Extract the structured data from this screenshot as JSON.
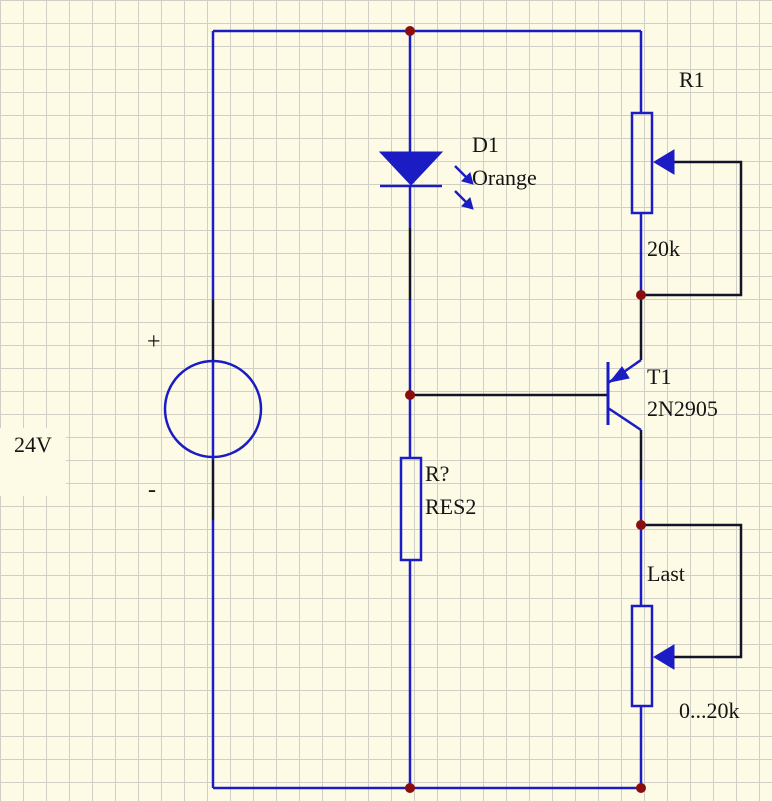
{
  "labels": {
    "d1_name": "D1",
    "d1_value": "Orange",
    "r1_name": "R1",
    "r1_value": "20k",
    "t1_name": "T1",
    "t1_value": "2N2905",
    "r_name": "R?",
    "r_value": "RES2",
    "load_name": "Last",
    "load_value": "0...20k",
    "supply_voltage": "24V",
    "plus_sign": "+",
    "minus_sign": "-"
  },
  "colors": {
    "background": "#fdfbe6",
    "grid": "#cfcfc6",
    "wire": "#1c1cc4",
    "junction": "#8b0e0e"
  }
}
